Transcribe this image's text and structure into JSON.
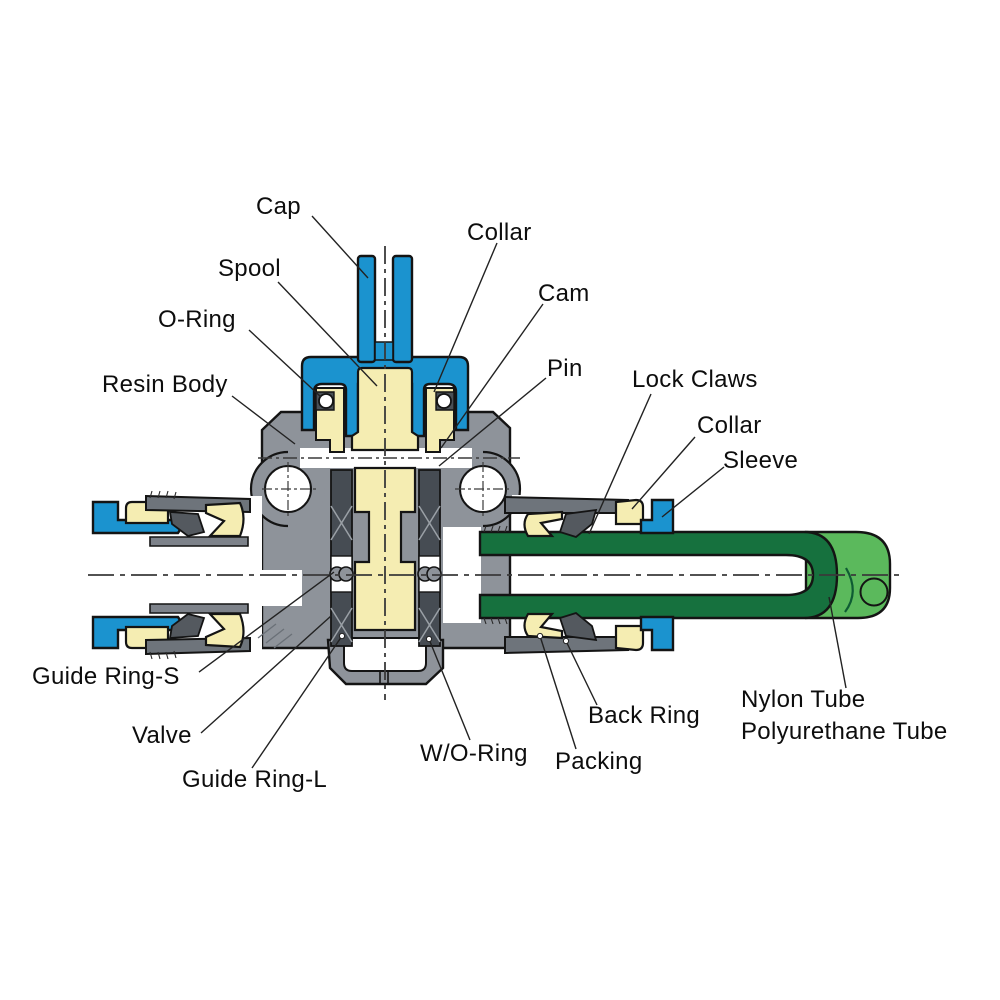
{
  "diagram": {
    "type": "technical-cross-section",
    "subject": "Push-in pneumatic fitting with hand valve, cutaway component diagram",
    "background": "#ffffff",
    "colors": {
      "blue": "#1b93cf",
      "pale_yellow": "#f5edb2",
      "body_gray": "#8e939a",
      "plate_gray": "#6e747b",
      "claw_gray": "#54595f",
      "ring_dark": "#464c53",
      "tube_dark_green": "#16713e",
      "tube_light_green": "#5bb95c",
      "outline": "#141414"
    }
  },
  "labels": [
    {
      "id": "cap",
      "text": "Cap"
    },
    {
      "id": "collar-top",
      "text": "Collar"
    },
    {
      "id": "spool",
      "text": "Spool"
    },
    {
      "id": "cam",
      "text": "Cam"
    },
    {
      "id": "o-ring",
      "text": "O-Ring"
    },
    {
      "id": "pin",
      "text": "Pin"
    },
    {
      "id": "resin-body",
      "text": "Resin Body"
    },
    {
      "id": "lock-claws",
      "text": "Lock Claws"
    },
    {
      "id": "collar-right",
      "text": "Collar"
    },
    {
      "id": "sleeve",
      "text": "Sleeve"
    },
    {
      "id": "guide-ring-s",
      "text": "Guide Ring-S"
    },
    {
      "id": "valve",
      "text": "Valve"
    },
    {
      "id": "guide-ring-l",
      "text": "Guide Ring-L"
    },
    {
      "id": "w-o-ring",
      "text": "W/O-Ring"
    },
    {
      "id": "back-ring",
      "text": "Back Ring"
    },
    {
      "id": "packing",
      "text": "Packing"
    },
    {
      "id": "tube-line1",
      "text": "Nylon Tube"
    },
    {
      "id": "tube-line2",
      "text": "Polyurethane Tube"
    }
  ]
}
